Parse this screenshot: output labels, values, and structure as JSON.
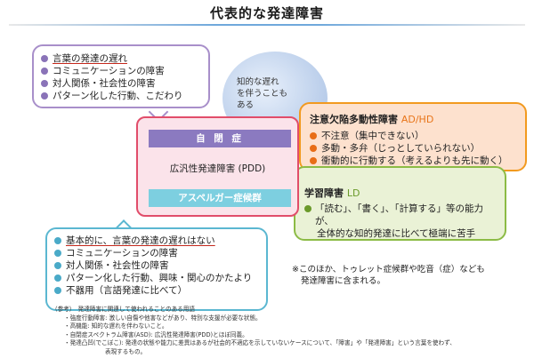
{
  "title": "代表的な発達障害",
  "ellipse_text": [
    "知的な遅れ",
    "を伴うことも",
    "ある"
  ],
  "autism": {
    "callout": [
      "言葉の発達の遅れ",
      "コミュニケーションの障害",
      "対人関係・社会性の障害",
      "パターン化した行動、こだわり"
    ],
    "label": "自 閉 症"
  },
  "pdd": {
    "label": "広汎性発達障害 (PDD)"
  },
  "asperger": {
    "label": "アスペルガー症候群",
    "callout": [
      "基本的に、言葉の発達の遅れはない",
      "コミュニケーションの障害",
      "対人関係・社会性の障害",
      "パターン化した行動、興味・関心のかたより",
      "不器用（言語発達に比べて）"
    ]
  },
  "adhd": {
    "title": "注意欠陥多動性障害",
    "title_en": "AD/HD",
    "items": [
      "不注意（集中できない）",
      "多動・多弁（じっとしていられない）",
      "衝動的に行動する（考えるよりも先に動く）"
    ]
  },
  "ld": {
    "title": "学習障害",
    "title_en": "LD",
    "text_line1": "「読む」、「書く」、「計算する」等の能力が、",
    "text_line2": "全体的な知的発達に比べて極端に苦手"
  },
  "other_note": {
    "line1": "※このほか、トゥレット症候群や吃音（症）なども",
    "line2": "発達障害に含まれる。"
  },
  "reference": {
    "header": "（参考）　発達障害に関連して使われることのある用語",
    "lines": [
      "・強度行動障害: 激しい自傷や他害などがあり、特別な支援が必要な状態。",
      "・高機能: 知的な遅れを伴わないこと。",
      "・自閉症スペクトラム障害(ASD): 広汎性発達障害(PDD)とほぼ同義。",
      "・発達凸凹(でこぼこ): 発達の状態や能力に差異はあるが社会的不適応を示していないケースについて、「障害」や「発達障害」という言葉を使わず、"
    ],
    "continuation": "表現するもの。"
  },
  "colors": {
    "autism_bar": "#8b7ac0",
    "asperger_bar": "#7dcfe0",
    "pdd_border": "#e14d6a",
    "adhd_border": "#f29a1f",
    "ld_border": "#8cbb45",
    "underline": "#c4281c"
  }
}
